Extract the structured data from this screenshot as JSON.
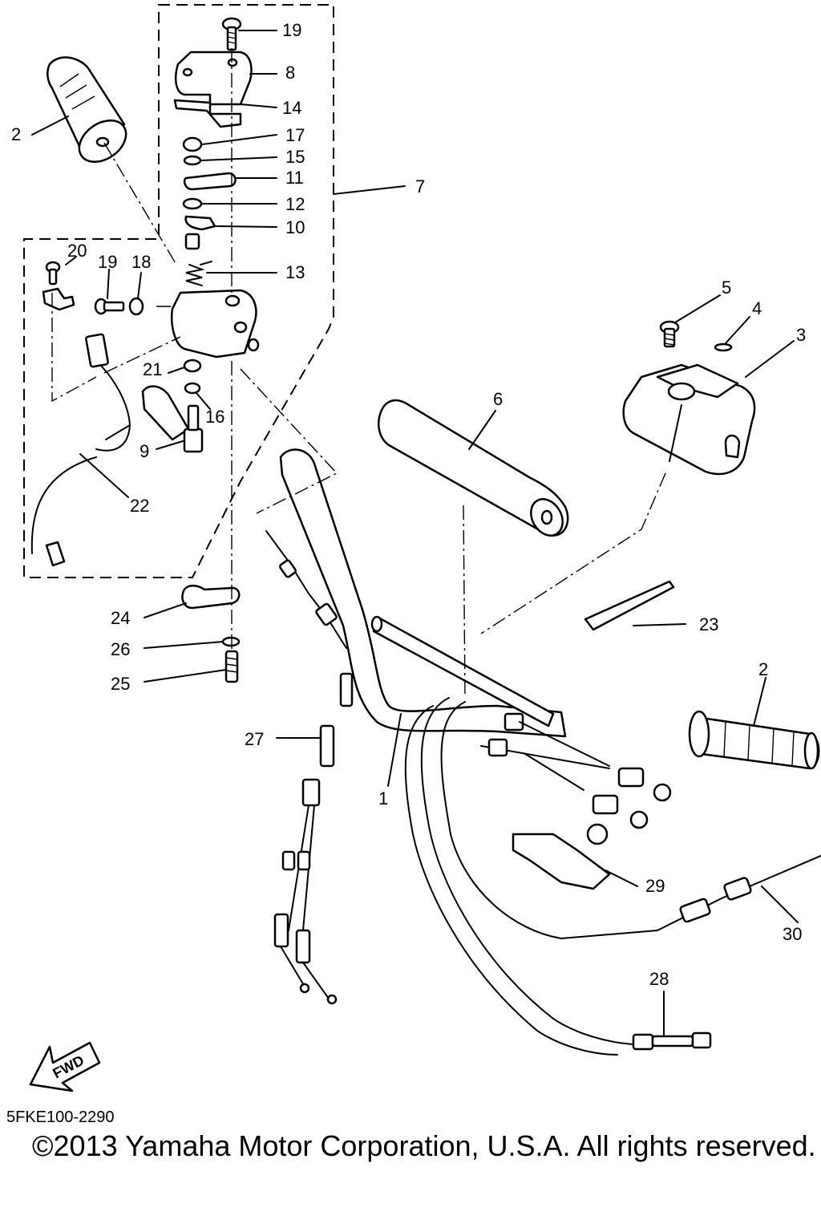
{
  "diagram": {
    "code": "5FKE100-2290",
    "copyright": "©2013 Yamaha Motor Corporation, U.S.A. All rights reserved.",
    "fwd_label": "FWD"
  },
  "callouts": [
    {
      "id": "c1",
      "label": "1"
    },
    {
      "id": "c2a",
      "label": "2"
    },
    {
      "id": "c2b",
      "label": "2"
    },
    {
      "id": "c3",
      "label": "3"
    },
    {
      "id": "c4",
      "label": "4"
    },
    {
      "id": "c5",
      "label": "5"
    },
    {
      "id": "c6",
      "label": "6"
    },
    {
      "id": "c7",
      "label": "7"
    },
    {
      "id": "c8",
      "label": "8"
    },
    {
      "id": "c9",
      "label": "9"
    },
    {
      "id": "c10",
      "label": "10"
    },
    {
      "id": "c11",
      "label": "11"
    },
    {
      "id": "c12",
      "label": "12"
    },
    {
      "id": "c13",
      "label": "13"
    },
    {
      "id": "c14",
      "label": "14"
    },
    {
      "id": "c15",
      "label": "15"
    },
    {
      "id": "c16",
      "label": "16"
    },
    {
      "id": "c17",
      "label": "17"
    },
    {
      "id": "c18",
      "label": "18"
    },
    {
      "id": "c19a",
      "label": "19"
    },
    {
      "id": "c19b",
      "label": "19"
    },
    {
      "id": "c20",
      "label": "20"
    },
    {
      "id": "c21",
      "label": "21"
    },
    {
      "id": "c22",
      "label": "22"
    },
    {
      "id": "c23",
      "label": "23"
    },
    {
      "id": "c24",
      "label": "24"
    },
    {
      "id": "c25",
      "label": "25"
    },
    {
      "id": "c26",
      "label": "26"
    },
    {
      "id": "c27",
      "label": "27"
    },
    {
      "id": "c28",
      "label": "28"
    },
    {
      "id": "c29",
      "label": "29"
    },
    {
      "id": "c30",
      "label": "30"
    }
  ]
}
